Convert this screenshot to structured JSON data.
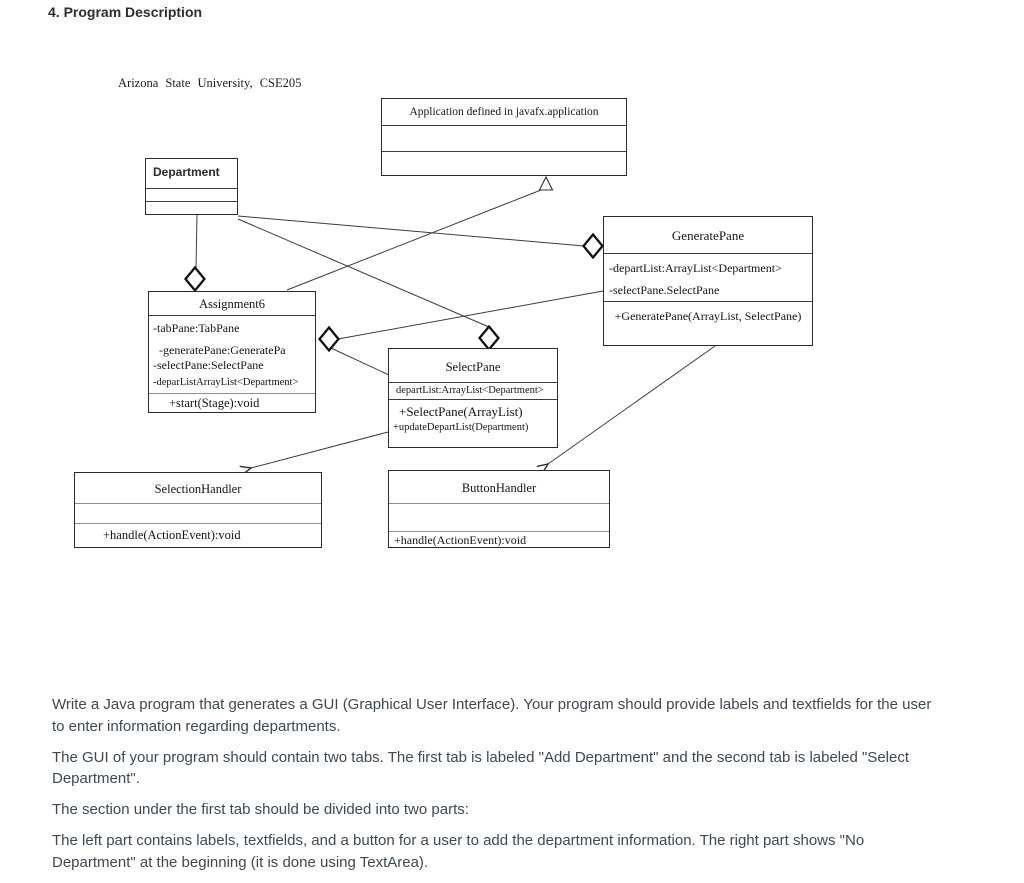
{
  "page": {
    "heading": "4. Program Description",
    "course_line": "Arizona State University, CSE205"
  },
  "diagram": {
    "classes": {
      "application": {
        "title": "Application defined in javafx.application",
        "attributes": [],
        "methods": []
      },
      "department": {
        "title": "Department",
        "attributes": [],
        "methods": []
      },
      "generate_pane": {
        "title": "GeneratePane",
        "attributes": [
          "-departList:ArrayList<Department>",
          "-selectPane.SelectPane"
        ],
        "methods": [
          "+GeneratePane(ArrayList, SelectPane)"
        ]
      },
      "assignment6": {
        "title": "Assignment6",
        "attributes": [
          "-tabPane:TabPane",
          "-generatePane:GeneratePa",
          "-selectPane:SelectPane",
          "-deparListArrayList<Department>"
        ],
        "methods": [
          "+start(Stage):void"
        ]
      },
      "select_pane": {
        "title": "SelectPane",
        "attributes": [
          "departList:ArrayList<Department>"
        ],
        "methods": [
          "+SelectPane(ArrayList)",
          "+updateDepartList(Department)"
        ]
      },
      "selection_handler": {
        "title": "SelectionHandler",
        "attributes": [],
        "methods": [
          "+handle(ActionEvent):void"
        ]
      },
      "button_handler": {
        "title": "ButtonHandler",
        "attributes": [],
        "methods": [
          "+handle(ActionEvent):void"
        ]
      }
    },
    "relationships": [
      "Department aggregated-by Assignment6",
      "Department aggregated-by GeneratePane",
      "Department aggregated-by SelectPane",
      "Assignment6 aggregates GeneratePane",
      "Assignment6 aggregates SelectPane",
      "Assignment6 extends Application",
      "SelectPane points-to SelectionHandler",
      "GeneratePane points-to ButtonHandler"
    ]
  },
  "description": {
    "paragraphs": [
      "Write a Java program that generates a GUI (Graphical User Interface). Your program should provide labels and textfields for the user to enter information regarding departments.",
      "The GUI of your program should contain two tabs. The first tab is labeled \"Add Department\" and the second tab is labeled \"Select Department\".",
      "The section under the first tab should be divided into two parts:",
      "The left part contains labels, textfields, and a button for a user to add the department information. The right part shows \"No Department\" at the beginning (it is done using TextArea)."
    ]
  }
}
